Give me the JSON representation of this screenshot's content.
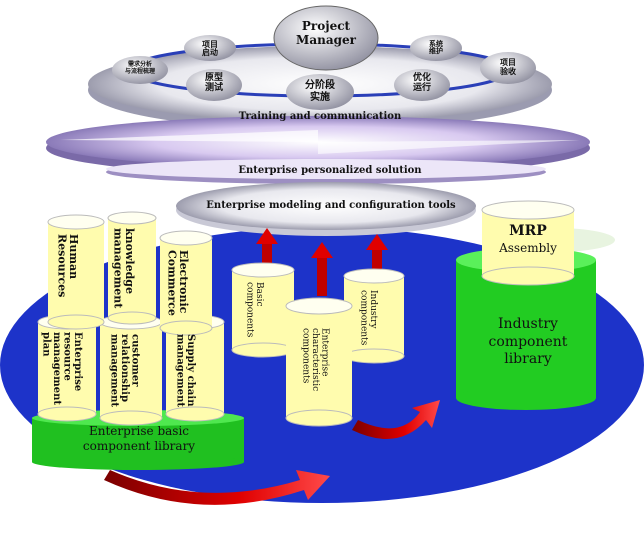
{
  "top_disc": {
    "center": "Project\nManager",
    "nodes": [
      "项目\n启动",
      "需求分析\n与流程梳理",
      "原型\n测试",
      "分阶段\n实施",
      "优化\n运行",
      "系统\n维护",
      "项目\n验收"
    ]
  },
  "layers": {
    "training": "Training and communication",
    "personalized": "Enterprise personalized solution",
    "modeling": "Enterprise modeling and configuration tools"
  },
  "basic_library": {
    "label": "Enterprise basic\ncomponent library",
    "top_row": [
      "Human\nResources",
      "knowledge\nmanagement",
      "Electronic\nCommerce"
    ],
    "bottom_row": [
      "Enterprise\nresource\nmanagement\nplan",
      "customer\nrelationship\nmanagement",
      "Supply chain\nmanagement"
    ]
  },
  "middle_components": {
    "basic": "Basic\ncomponents",
    "industry": "Industry\ncomponents",
    "characteristic": "Enterprise\ncharacteristic\ncomponents"
  },
  "industry_library": {
    "mrp": "MRP",
    "assembly": "Assembly",
    "label": "Industry\ncomponent\nlibrary"
  },
  "colors": {
    "ellipse_blue": "#1d33c9",
    "cylinder_yellow": "#fffcae",
    "library_green": "#2ad82a",
    "arrow_red": "#d90000"
  }
}
